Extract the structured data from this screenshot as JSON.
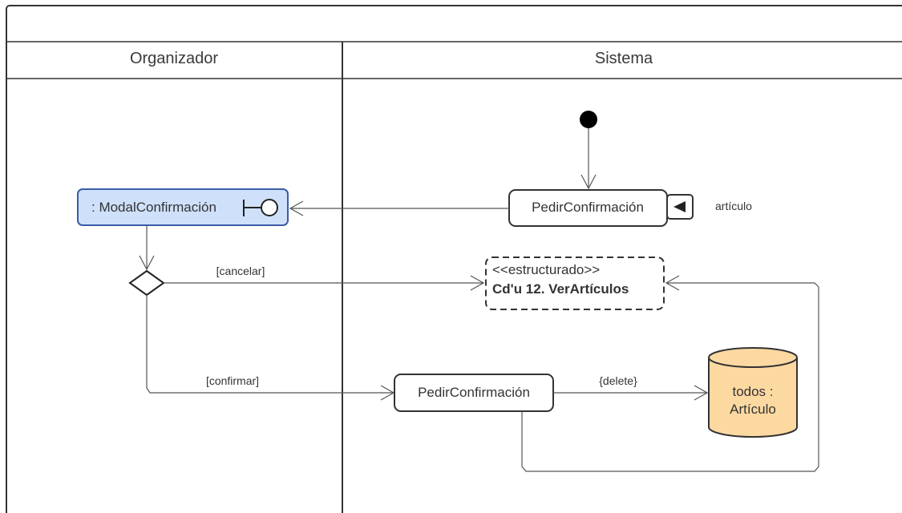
{
  "swimlanes": {
    "left_title": "Organizador",
    "right_title": "Sistema"
  },
  "nodes": {
    "modal": {
      "label": ": ModalConfirmación"
    },
    "pedir_top": {
      "label": "PedirConfirmación"
    },
    "pin_label": "artículo",
    "structured": {
      "stereotype": "<<estructurado>>",
      "label": "Cd'u 12. VerArtículos"
    },
    "pedir_bottom": {
      "label": "PedirConfirmación"
    },
    "datastore": {
      "line1": "todos :",
      "line2": "Artículo"
    }
  },
  "guards": {
    "cancelar": "[cancelar]",
    "confirmar": "[confirmar]",
    "delete": "{delete}"
  },
  "colors": {
    "modal_fill": "#cfe0fb",
    "modal_stroke": "#3b5ca8",
    "datastore_fill": "#fdd9a2",
    "line": "#333333"
  },
  "icons": {
    "boundary": "boundary-icon",
    "initial": "initial-node-icon",
    "decision": "decision-node-icon",
    "pin": "input-pin-icon"
  }
}
